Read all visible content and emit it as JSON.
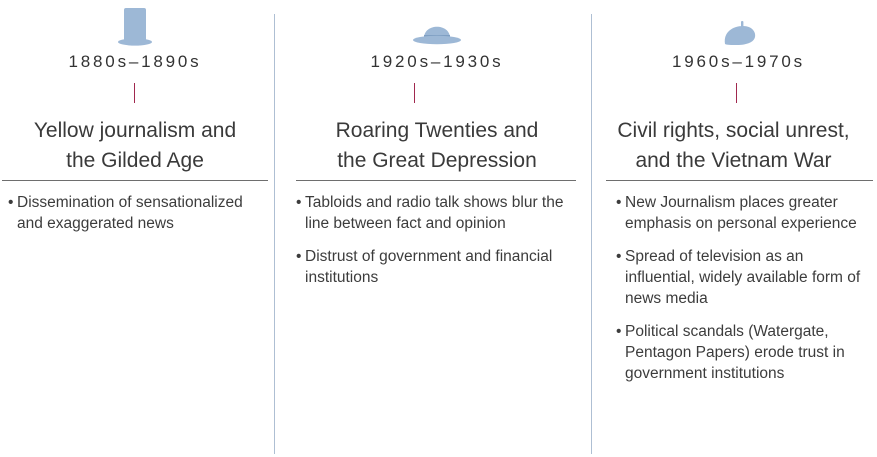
{
  "accent_colors": {
    "hat": "#9db8d6",
    "divider": "#aebfd3",
    "era_tick": "#a0284e"
  },
  "periods": [
    {
      "era": "1880s–1890s",
      "hat_icon": "top-hat-icon",
      "title_lines": [
        "Yellow journalism and",
        "the Gilded Age"
      ],
      "bullets": [
        "Dissemination of sensationalized and exaggerated news"
      ]
    },
    {
      "era": "1920s–1930s",
      "hat_icon": "bowler-hat-icon",
      "title_lines": [
        "Roaring Twenties and",
        "the Great Depression"
      ],
      "bullets": [
        "Tabloids and radio talk shows blur the line between fact and opinion",
        "Distrust of government and financial institutions"
      ]
    },
    {
      "era": "1960s–1970s",
      "hat_icon": "beret-icon",
      "title_lines": [
        "Civil rights, social unrest,",
        "and the Vietnam War"
      ],
      "bullets": [
        "New Journalism places greater emphasis on personal experience",
        "Spread of television as an influential, widely available form of news media",
        "Political scandals (Watergate, Pentagon Papers) erode trust in government institutions"
      ]
    }
  ]
}
